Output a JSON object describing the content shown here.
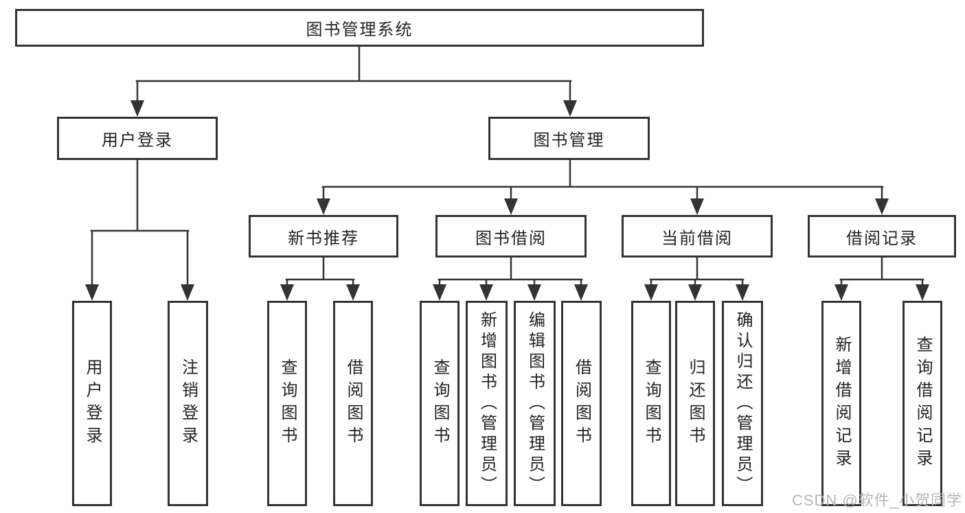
{
  "diagram": {
    "root": "图书管理系统",
    "branches": {
      "user_login": "用户登录",
      "book_mgmt": "图书管理"
    },
    "modules": {
      "new_book_rec": "新书推荐",
      "book_borrow": "图书借阅",
      "current_borrow": "当前借阅",
      "borrow_record": "借阅记录"
    },
    "leaves": {
      "user_login": "用户登录",
      "logout": "注销登录",
      "rec_query_books": "查询图书",
      "rec_borrow_books": "借阅图书",
      "bb_query_books": "查询图书",
      "bb_add_books": "新增图书（管理员）",
      "bb_edit_books": "编辑图书（管理员）",
      "bb_borrow_books": "借阅图书",
      "cb_query_books": "查询图书",
      "cb_return_books": "归还图书",
      "cb_confirm_return": "确认归还（管理员）",
      "br_add_record": "新增借阅记录",
      "br_query_record": "查询借阅记录"
    },
    "watermark": "CSDN @软件_小贺同学",
    "colors": {
      "line": "#333333",
      "border": "#333333",
      "text": "#222222",
      "watermark": "#b9b5b5",
      "background": "#ffffff"
    }
  }
}
